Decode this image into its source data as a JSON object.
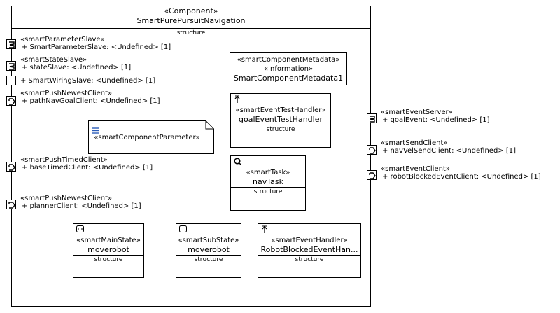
{
  "component": {
    "stereotype": "«Component»",
    "name": "SmartPurePursuitNavigation",
    "compartment": "structure"
  },
  "left_ports": [
    {
      "stereotype": "«smartParameterSlave»",
      "label": "+ SmartParameterSlave: <Undefined> [1]",
      "icon": "slave-port-icon"
    },
    {
      "stereotype": "«smartStateSlave»",
      "label": "+ stateSlave: <Undefined> [1]",
      "icon": "slave-port-icon"
    },
    {
      "stereotype": "",
      "label": "+ SmartWiringSlave: <Undefined> [1]",
      "icon": "plain-port-icon"
    },
    {
      "stereotype": "«smartPushNewestClient»",
      "label": "+ pathNavGoalClient: <Undefined> [1]",
      "icon": "client-port-icon"
    },
    {
      "stereotype": "«smartPushTimedClient»",
      "label": "+ baseTimedClient: <Undefined> [1]",
      "icon": "client-port-icon"
    },
    {
      "stereotype": "«smartPushNewestClient»",
      "label": "+ plannerClient: <Undefined> [1]",
      "icon": "client-port-icon"
    }
  ],
  "right_ports": [
    {
      "stereotype": "«smartEventServer»",
      "label": "+ goalEvent: <Undefined> [1]",
      "icon": "server-port-icon"
    },
    {
      "stereotype": "«smartSendClient»",
      "label": "+ navVelSendClient: <Undefined> [1]",
      "icon": "client-port-icon"
    },
    {
      "stereotype": "«smartEventClient»",
      "label": "+ robotBlockedEventClient: <Undefined> [1]",
      "icon": "client-port-icon"
    }
  ],
  "metadata": {
    "stereotype": "«smartComponentMetadata»",
    "stereotype2": "«Information»",
    "name": "SmartComponentMetadata1"
  },
  "event_test_handler": {
    "stereotype": "«smartEventTestHandler»",
    "name": "goalEventTestHandler",
    "compartment": "structure",
    "icon": "arrow-up-icon"
  },
  "parameter": {
    "stereotype": "«smartComponentParameter»",
    "icon": "list-icon"
  },
  "task": {
    "stereotype": "«smartTask»",
    "name": "navTask",
    "compartment": "structure",
    "icon": "task-q-icon"
  },
  "main_state": {
    "stereotype": "«smartMainState»",
    "name": "moverobot",
    "compartment": "structure",
    "icon": "main-state-icon"
  },
  "sub_state": {
    "stereotype": "«smartSubState»",
    "name": "moverobot",
    "compartment": "structure",
    "icon": "sub-state-icon"
  },
  "event_handler": {
    "stereotype": "«smartEventHandler»",
    "name": "RobotBlockedEventHan...",
    "compartment": "structure",
    "icon": "arrow-up-icon"
  }
}
